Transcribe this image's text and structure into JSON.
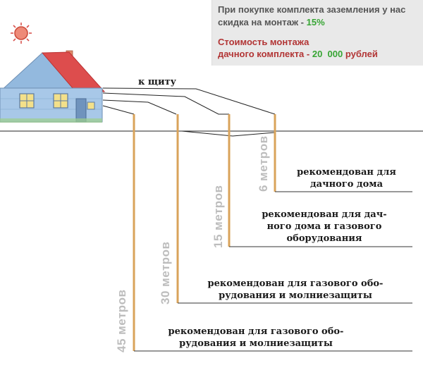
{
  "promo": {
    "discount_line1": "При покупке комплекта заземления у нас",
    "discount_line2_prefix": "скидка на монтаж - ",
    "discount_value": "15%",
    "price_line1": "Стоимость монтажа",
    "price_line2_prefix": "дачного комплекта - ",
    "price_value": "20  000",
    "price_suffix": " рублей"
  },
  "shield_label": "к щиту",
  "rods": [
    {
      "depth": "6 метров",
      "rec_line1": "рекомендован для",
      "rec_line2": "дачного дома",
      "rec_line3": ""
    },
    {
      "depth": "15 метров",
      "rec_line1": "рекомендован для дач-",
      "rec_line2": "ного дома и газового",
      "rec_line3": "оборудования"
    },
    {
      "depth": "30 метров",
      "rec_line1": "рекомендован для газового обо-",
      "rec_line2": "рудования и молниезащиты",
      "rec_line3": ""
    },
    {
      "depth": "45 метров",
      "rec_line1": "рекомендован для газового обо-",
      "rec_line2": "рудования и молниезащиты",
      "rec_line3": ""
    }
  ],
  "colors": {
    "rod": "#d9a35a",
    "promo_bg": "#e9e9e9",
    "promo_red": "#b23535",
    "promo_green": "#37a534",
    "depth_gray": "#bdbdbd"
  },
  "icons": [
    "sun-icon",
    "house-icon"
  ]
}
